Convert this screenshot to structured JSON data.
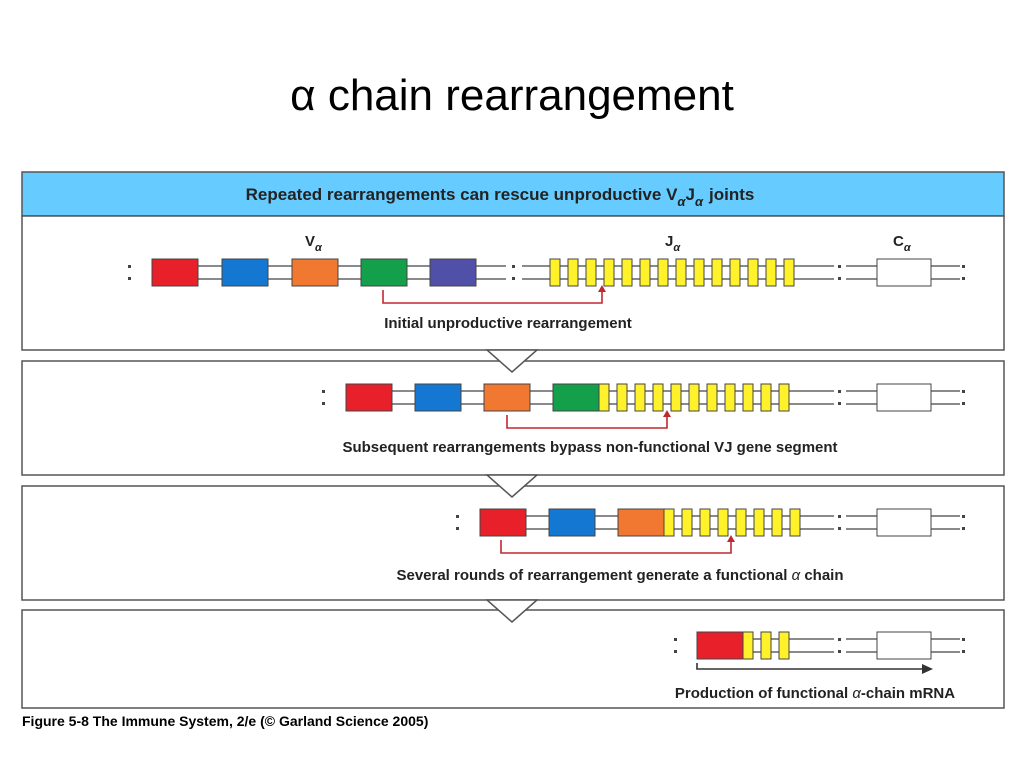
{
  "slide": {
    "title": "α chain rearrangement",
    "caption": "Figure 5-8  The Immune System, 2/e (© Garland Science 2005)"
  },
  "figure": {
    "header_prefix": "Repeated rearrangements can rescue unproductive V",
    "header_sub_alpha": "α",
    "header_J": "J",
    "header_suffix": "joints",
    "gene_labels": {
      "V": "V",
      "J": "J",
      "C": "C",
      "subscript": "α"
    },
    "panels": [
      {
        "caption": "Initial unproductive rearrangement"
      },
      {
        "caption": "Subsequent rearrangements bypass non-functional VJ gene segment"
      },
      {
        "caption_before": "Several rounds of rearrangement generate a functional ",
        "caption_alpha": "α",
        "caption_after": " chain"
      },
      {
        "caption_before": "Production of functional ",
        "caption_alpha": "α",
        "caption_after": "-chain mRNA"
      }
    ]
  },
  "colors": {
    "header_bg": "#66ccff",
    "panel_border": "#555555",
    "v_red": "#e8202a",
    "v_blue": "#1478d2",
    "v_orange": "#f07830",
    "v_green": "#14a04a",
    "v_purple": "#5050a8",
    "j_yellow": "#fff22a",
    "c_white": "#ffffff",
    "bracket": "#c0282e"
  }
}
